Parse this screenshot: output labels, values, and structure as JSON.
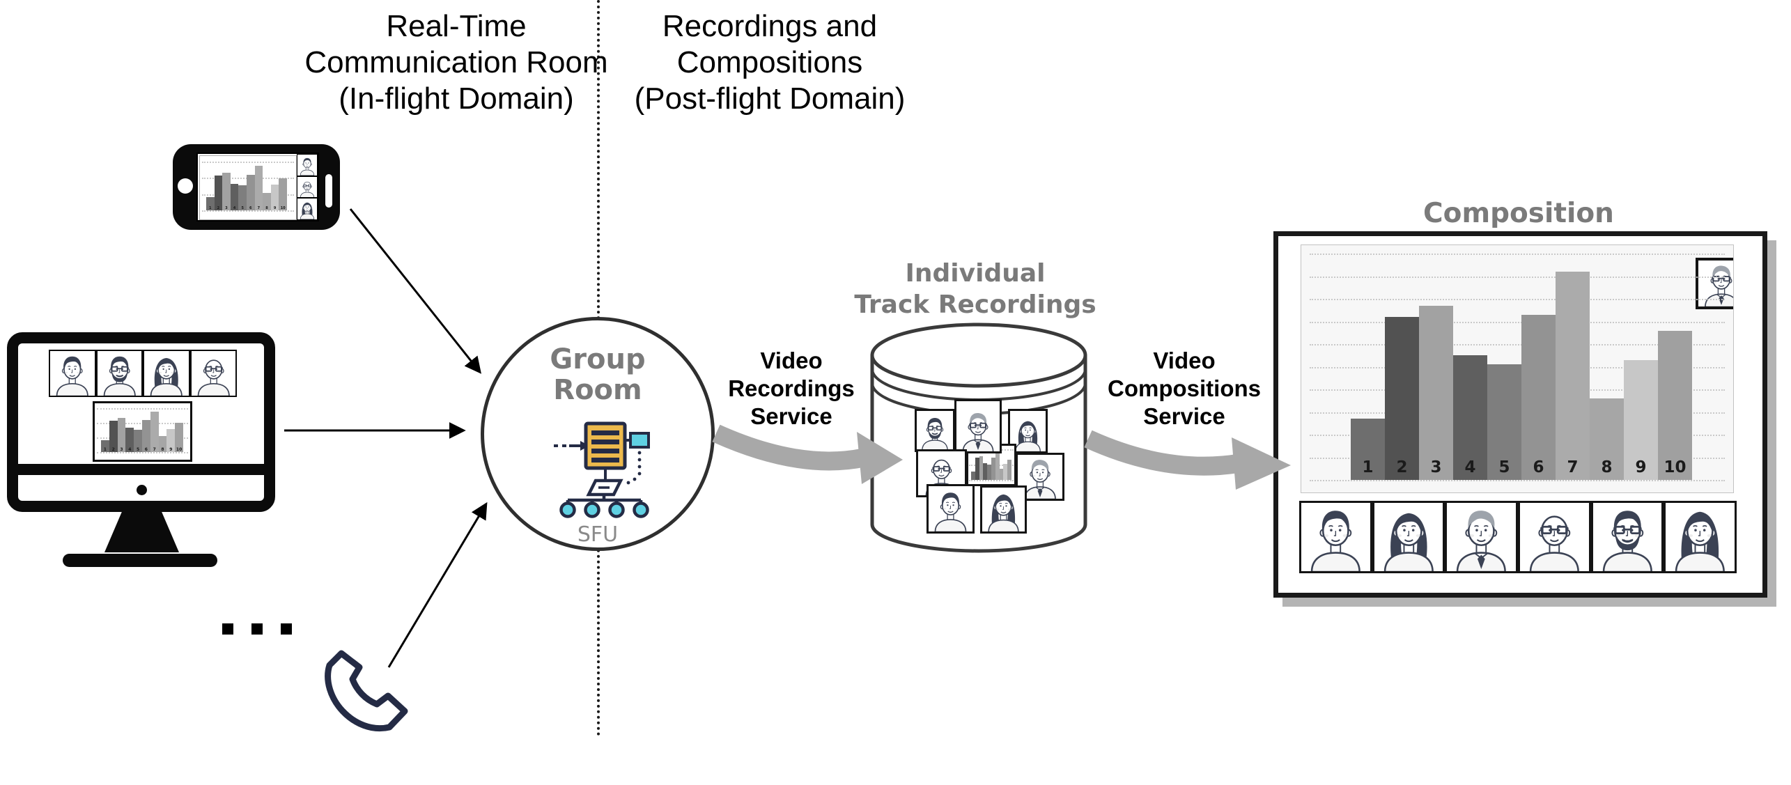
{
  "domain_left": {
    "lines": [
      "Real-Time",
      "Communication Room",
      "(In-flight Domain)"
    ]
  },
  "domain_right": {
    "lines": [
      "Recordings and",
      "Compositions",
      "(Post-flight Domain)"
    ]
  },
  "group_room": {
    "line1": "Group",
    "line2": "Room",
    "sfu_label": "SFU"
  },
  "service_recordings": {
    "lines": [
      "Video",
      "Recordings",
      "Service"
    ]
  },
  "service_compositions": {
    "lines": [
      "Video",
      "Compositions",
      "Service"
    ]
  },
  "track_recordings": {
    "lines": [
      "Individual",
      "Track Recordings"
    ]
  },
  "composition": {
    "title": "Composition"
  },
  "chart_data": {
    "type": "bar",
    "title": "",
    "xlabel": "",
    "ylabel": "",
    "categories": [
      "1",
      "2",
      "3",
      "4",
      "5",
      "6",
      "7",
      "8",
      "9",
      "10"
    ],
    "values": [
      2.7,
      7.2,
      7.7,
      5.5,
      5.1,
      7.3,
      9.2,
      3.6,
      5.3,
      6.6
    ],
    "ylim": [
      0,
      10
    ],
    "bar_colors": [
      "#6e6e6e",
      "#525252",
      "#a2a2a2",
      "#5f5f5f",
      "#7e7e7e",
      "#939393",
      "#ababab",
      "#a6a6a6",
      "#c7c7c7",
      "#a0a0a0"
    ],
    "grid": "dotted horizontal gridlines",
    "grid_color": "#c9c9c9",
    "legend": "none"
  },
  "participants": {
    "phone_screen": [
      "man",
      "bald",
      "woman"
    ],
    "monitor_screen": [
      "man",
      "beard",
      "woman",
      "bald"
    ],
    "cylinder_cards": [
      "beard",
      "tieGlasses",
      "woman",
      "bald",
      "chart",
      "tie",
      "man",
      "woman2"
    ],
    "composition_strip": [
      "man",
      "woman",
      "tie",
      "bald",
      "beard",
      "woman2"
    ],
    "composition_speaker": "tieGlasses"
  },
  "icons": {
    "separator": "dotted-vertical-divider",
    "smartphone": "smartphone-icon",
    "monitor": "desktop-computer-icon",
    "handset": "telephone-handset-icon",
    "ellipsis": "more-devices-ellipsis",
    "sfu": "sfu-server-tree-icon",
    "cylinder": "database-cylinder-icon",
    "black_arrows": "device-to-room-arrow",
    "gray_arrows": "service-flow-arrow"
  },
  "colors": {
    "accent_yellow": "#ecb94c",
    "accent_cyan": "#5fd0e2",
    "dark_navy": "#242b45",
    "gray_label": "#7a7a7a",
    "arrow_gray": "#a8a8a8",
    "device_black": "#0b0b0b",
    "panel_shadow": "#b4b4b4"
  }
}
